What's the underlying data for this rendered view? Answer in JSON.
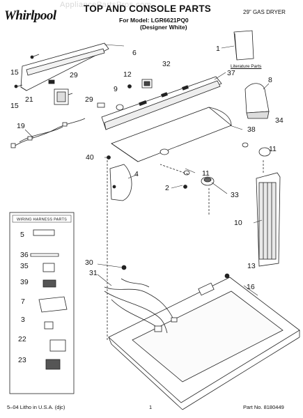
{
  "header": {
    "brand": "Whirlpool",
    "watermark": "AppliancePartsPros.com",
    "title": "TOP AND CONSOLE PARTS",
    "model_line": "For Model: LGR6621PQ0",
    "model_color": "(Designer White)",
    "dryer_type": "29\" GAS DRYER"
  },
  "literature_label": "Literature Parts",
  "wiring_box_title": "WIRING HARNESS PARTS",
  "callouts": {
    "c1": "1",
    "c2": "2",
    "c3": "3",
    "c4": "4",
    "c5": "5",
    "c6": "6",
    "c7": "7",
    "c8": "8",
    "c9": "9",
    "c10": "10",
    "c11a": "11",
    "c11b": "11",
    "c12": "12",
    "c13": "13",
    "c15a": "15",
    "c15b": "15",
    "c16": "16",
    "c19": "19",
    "c21": "21",
    "c22": "22",
    "c23": "23",
    "c29a": "29",
    "c29b": "29",
    "c30": "30",
    "c31": "31",
    "c32": "32",
    "c33": "33",
    "c34": "34",
    "c35": "35",
    "c36": "36",
    "c37": "37",
    "c38": "38",
    "c39": "39",
    "c40": "40"
  },
  "footer": {
    "left": "5–04 Litho in U.S.A. (djc)",
    "center": "1",
    "right": "Part No. 8180449"
  }
}
